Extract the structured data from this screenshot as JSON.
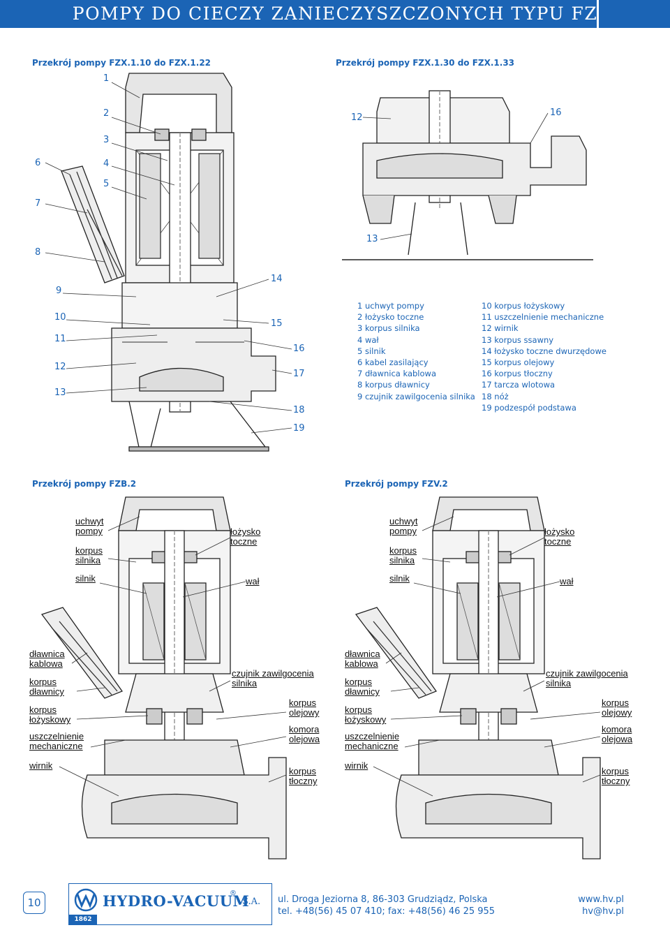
{
  "header": {
    "title": "POMPY DO CIECZY ZANIECZYSZCZONYCH TYPU FZ"
  },
  "captions": {
    "fzx_a": "Przekrój pompy FZX.1.10 do FZX.1.22",
    "fzx_b": "Przekrój pompy FZX.1.30 do FZX.1.33",
    "fzb": "Przekrój pompy FZB.2",
    "fzv": "Przekrój pompy FZV.2"
  },
  "fzx_numbers": {
    "n1": "1",
    "n2": "2",
    "n3": "3",
    "n4": "4",
    "n5": "5",
    "n6": "6",
    "n7": "7",
    "n8": "8",
    "n9": "9",
    "n10": "10",
    "n11": "11",
    "n12": "12",
    "n13": "13",
    "n14": "14",
    "n15": "15",
    "n16": "16",
    "n17": "17",
    "n18": "18",
    "n19": "19"
  },
  "fzx_b_numbers": {
    "n12": "12",
    "n13": "13",
    "n16": "16"
  },
  "legend_left": [
    "1 uchwyt pompy",
    "2 łożysko toczne",
    "3 korpus silnika",
    "4 wał",
    "5 silnik",
    "6 kabel zasilający",
    "7 dławnica kablowa",
    "8 korpus dławnicy",
    "9 czujnik zawilgocenia silnika"
  ],
  "legend_right": [
    "10 korpus łożyskowy",
    "11 uszczelnienie mechaniczne",
    "12 wirnik",
    "13 korpus ssawny",
    "14 łożysko toczne dwurzędowe",
    "15 korpus olejowy",
    "16 korpus tłoczny",
    "17 tarcza wlotowa",
    "18 nóż",
    "19 podzespół podstawa"
  ],
  "fzb_labels": {
    "uchwyt": [
      "uchwyt",
      "pompy"
    ],
    "korpus_silnika": [
      "korpus",
      "silnika"
    ],
    "silnik": "silnik",
    "lozysko": [
      "łożysko",
      "toczne"
    ],
    "wal": "wał",
    "dlawnica": [
      "dławnica",
      "kablowa"
    ],
    "korpus_dlawnicy": [
      "korpus",
      "dławnicy"
    ],
    "korpus_lozyskowy": [
      "korpus",
      "łożyskowy"
    ],
    "uszczelnienie": [
      "uszczelnienie",
      "mechaniczne"
    ],
    "wirnik": "wirnik",
    "czujnik": [
      "czujnik zawilgocenia",
      "silnika"
    ],
    "korpus_olejowy": [
      "korpus",
      "olejowy"
    ],
    "komora": [
      "komora",
      "olejowa"
    ],
    "korpus_tloczny": [
      "korpus",
      "tłoczny"
    ]
  },
  "footer": {
    "page": "10",
    "brand": "HYDRO-VACUUM",
    "reg": "®",
    "sa": "S.A.",
    "year": "1862",
    "address": "ul. Droga Jeziorna 8, 86-303 Grudziądz, Polska",
    "phone": "tel. +48(56) 45 07 410; fax: +48(56) 46 25 955",
    "www": "www.hv.pl",
    "email": "hv@hv.pl"
  },
  "colors": {
    "brand_blue": "#1b64b5",
    "line": "#222222"
  }
}
